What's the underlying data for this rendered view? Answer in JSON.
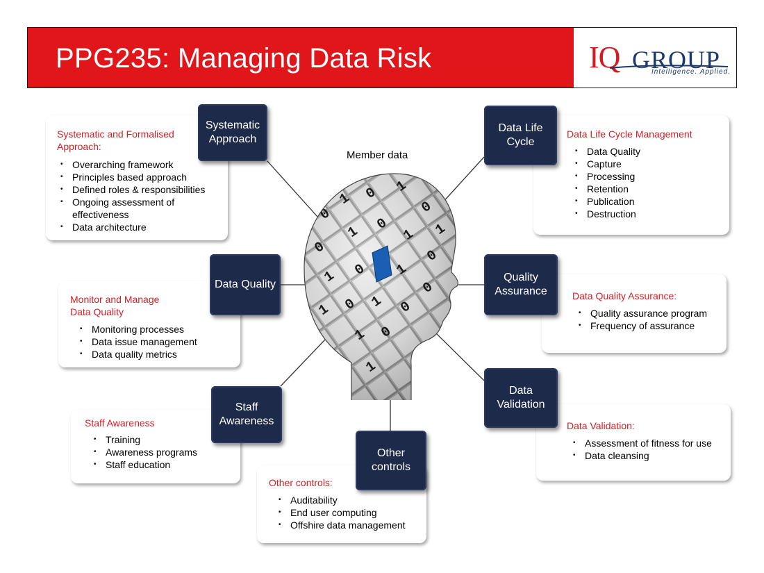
{
  "header": {
    "title": "PPG235: Managing Data Risk",
    "logo": {
      "letters_iq": "IQ",
      "letters_group": "GROUP",
      "tagline": "Intelligence. Applied."
    },
    "colors": {
      "banner": "#e0161b",
      "logo_red": "#d41a22",
      "logo_navy": "#1b3a6b"
    }
  },
  "center": {
    "label": "Member data",
    "binary_digits": [
      "0",
      "1"
    ]
  },
  "colors": {
    "node_fill": "#1e2a4a",
    "panel_title": "#d21f26",
    "connector": "#333333",
    "chip": "#1a5fb4"
  },
  "nodes": {
    "systematic": {
      "label": "Systematic Approach",
      "panel_title": "Systematic and Formalised Approach:",
      "items": [
        "Overarching framework",
        "Principles based approach",
        "Defined roles & responsibilities",
        "Ongoing assessment of effectiveness",
        "Data architecture"
      ]
    },
    "quality": {
      "label": "Data Quality",
      "panel_title": "Monitor and Manage Data Quality",
      "items": [
        "Monitoring processes",
        "Data issue management",
        "Data quality metrics"
      ]
    },
    "staff": {
      "label": "Staff Awareness",
      "panel_title": "Staff Awareness",
      "items": [
        "Training",
        "Awareness programs",
        "Staff education"
      ]
    },
    "other": {
      "label": "Other controls",
      "panel_title": "Other controls:",
      "items": [
        "Auditability",
        "End user computing",
        "Offshire data management"
      ]
    },
    "lifecycle": {
      "label": "Data Life Cycle",
      "panel_title": "Data Life Cycle Management",
      "items": [
        "Data Quality",
        "Capture",
        "Processing",
        "Retention",
        "Publication",
        "Destruction"
      ]
    },
    "assurance": {
      "label": "Quality Assurance",
      "panel_title": "Data Quality Assurance:",
      "items": [
        "Quality assurance program",
        "Frequency of assurance"
      ]
    },
    "validation": {
      "label": "Data Validation",
      "panel_title": "Data Validation:",
      "items": [
        "Assessment of fitness for use",
        "Data cleansing"
      ]
    }
  }
}
